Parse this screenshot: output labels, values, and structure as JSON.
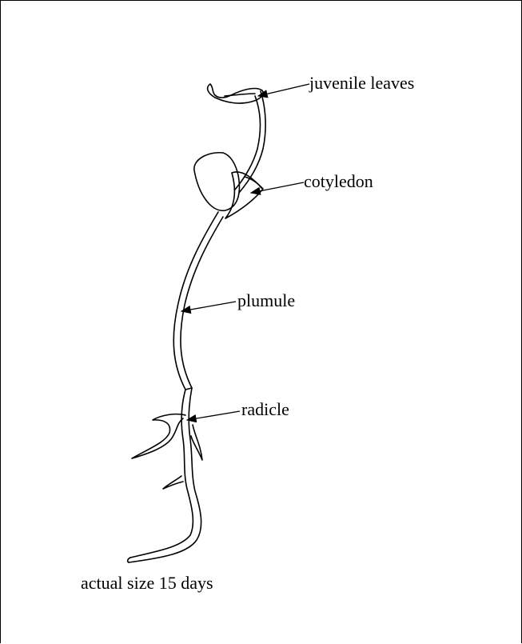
{
  "labels": {
    "juvenile_leaves": "juvenile leaves",
    "cotyledon": "cotyledon",
    "plumule": "plumule",
    "radicle": "radicle"
  },
  "caption": "actual size 15 days",
  "colors": {
    "line": "#000000",
    "background": "#ffffff"
  }
}
